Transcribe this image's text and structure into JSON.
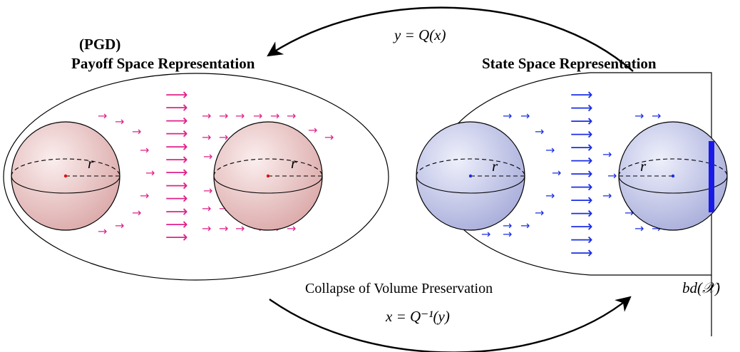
{
  "left_panel": {
    "title_line1": "(PGD)",
    "title_line2": "Payoff Space Representation",
    "radius_label": "r",
    "sphere_color": "#e6b9b9",
    "arrow_color": "#e0228a"
  },
  "right_panel": {
    "title": "State Space Representation",
    "radius_label": "r",
    "sphere_color": "#b9bde6",
    "arrow_color": "#1a2ee6",
    "boundary_color": "#1a1ae6",
    "boundary_label": "bd(𝒳)"
  },
  "top_arrow": {
    "label": "y = Q(x)"
  },
  "bottom_arrow": {
    "caption": "Collapse of Volume Preservation",
    "label": "x = Q⁻¹(y)"
  },
  "glyphs": {
    "flow_arrow": "→",
    "long_arrow": "⟶"
  }
}
